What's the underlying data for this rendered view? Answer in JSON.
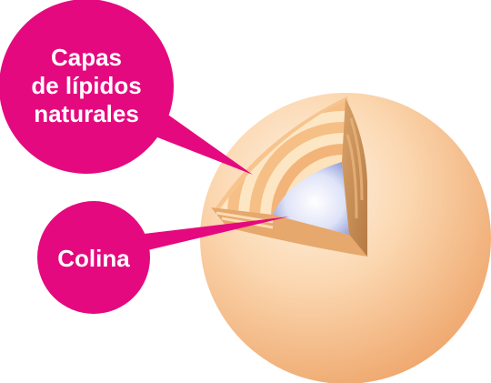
{
  "labels": {
    "lipids": [
      "Capas",
      "de lípidos",
      "naturales"
    ],
    "core": "Colina"
  },
  "colors": {
    "callout": "#e5097f",
    "sphere_light": "#fde3c8",
    "sphere_dark": "#f3b27a",
    "layer_light": "#fde2bc",
    "layer_mid": "#f5c28a",
    "layer_dark": "#d98f4a",
    "core_light": "#ffffff",
    "core_dark": "#8e9ad8"
  }
}
